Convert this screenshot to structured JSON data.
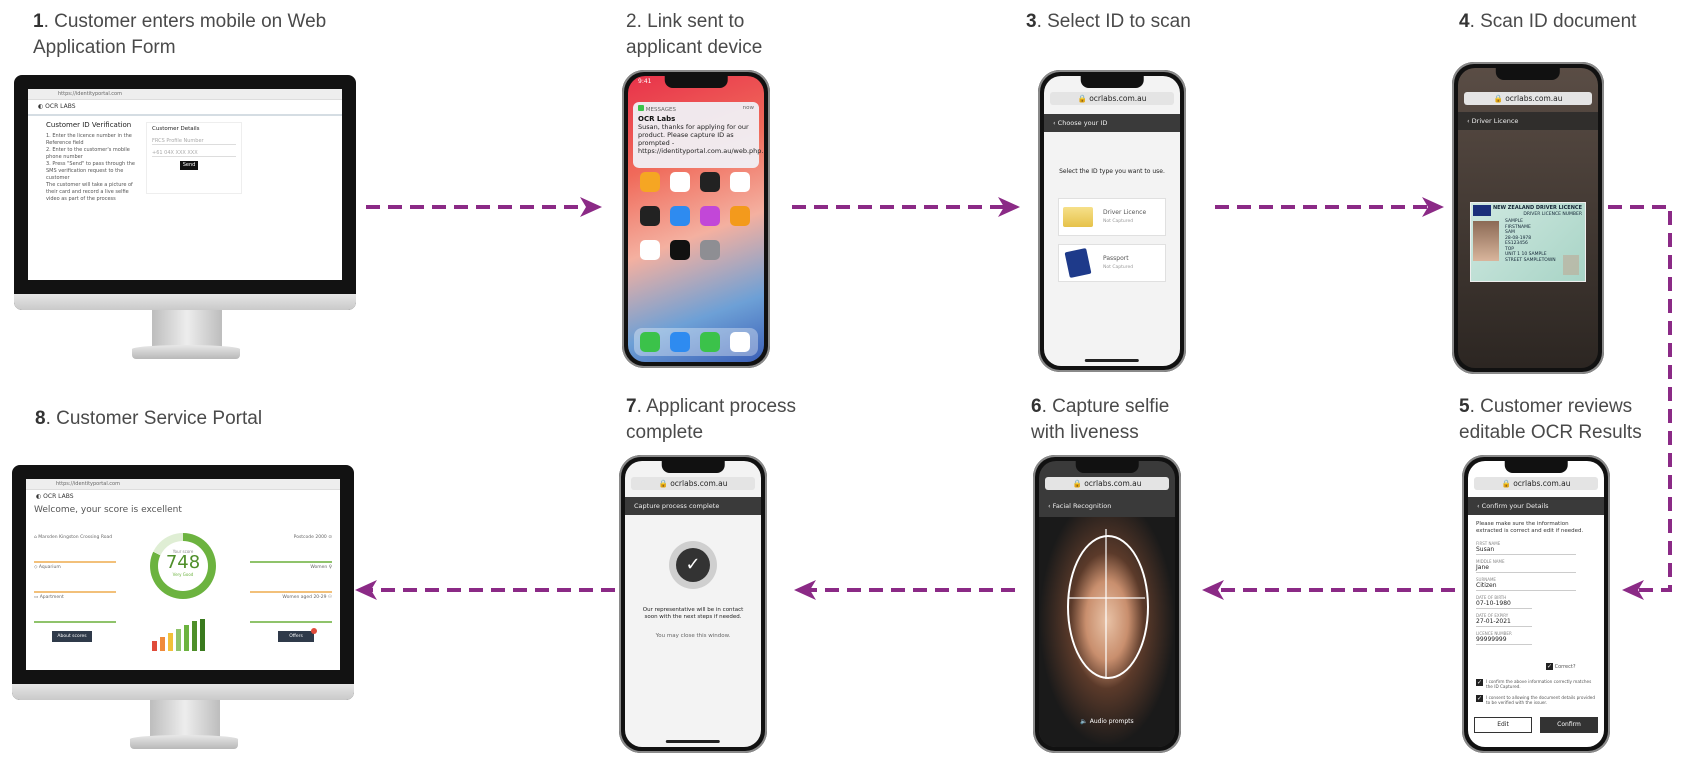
{
  "steps": [
    {
      "num": "1",
      "text": ". Customer enters mobile on Web",
      "text2": "Application Form"
    },
    {
      "num": "",
      "text": "2. Link sent to",
      "text2": "applicant device"
    },
    {
      "num": "3",
      "text": ". Select ID to scan"
    },
    {
      "num": "4",
      "text": ". Scan ID document"
    },
    {
      "num": "5",
      "text": ". Customer reviews",
      "text2": "editable OCR Results"
    },
    {
      "num": "6",
      "text": ". Capture selfie",
      "text2": "with liveness"
    },
    {
      "num": "7",
      "text": ". Applicant process",
      "text2": "complete"
    },
    {
      "num": "8",
      "text": ". Customer Service Portal"
    }
  ],
  "colors": {
    "arrow": "#8b2a86",
    "accent": "#6cb33f"
  },
  "screen1": {
    "url": "https://identityportal.com",
    "logo": "OCR LABS",
    "heading": "Customer ID Verification",
    "instructions": [
      "1. Enter the licence number in the Reference field",
      "2. Enter to the customer's mobile phone number",
      "3. Press \"Send\" to pass through the SMS verification request to the customer",
      "The customer will take a picture of their card and record a live selfie video as part of the process"
    ],
    "panel_title": "Customer Details",
    "field1": "FRCS Profile Number",
    "field2": "+61  04X XXX XXX",
    "send": "Send"
  },
  "screen2": {
    "time": "9:41",
    "app": "MESSAGES",
    "when": "now",
    "sender": "OCR Labs",
    "message": "Susan, thanks for applying for our product.  Please capture ID as prompted - https://identityportal.com.au/web.php..."
  },
  "common": {
    "url": "ocrlabs.com.au"
  },
  "screen3": {
    "bar": "Choose your ID",
    "prompt": "Select the ID type you want to use.",
    "opt1": "Driver Licence",
    "opt1_sub": "Not Captured",
    "opt2": "Passport",
    "opt2_sub": "Not Captured"
  },
  "screen4": {
    "bar": "Driver Licence",
    "card_title": "NEW ZEALAND DRIVER LICENCE",
    "card_sub": "DRIVER LICENCE NUMBER",
    "name1": "SAMPLE",
    "name2": "FIRSTNAME",
    "name3": "SAM",
    "dob": "28-08-1978",
    "licence": "ES123456",
    "version": "TOP",
    "address": "UNIT 1 10 SAMPLE STREET SAMPLETOWN"
  },
  "screen5": {
    "bar": "Confirm your Details",
    "intro": "Please make sure the information extracted is correct and edit if needed.",
    "fields": [
      {
        "label": "FIRST NAME",
        "value": "Susan"
      },
      {
        "label": "MIDDLE NAME",
        "value": "Jane"
      },
      {
        "label": "SURNAME",
        "value": "Citizen"
      },
      {
        "label": "DATE OF BIRTH",
        "value": "07-10-1980"
      },
      {
        "label": "DATE OF EXPIRY",
        "value": "27-01-2021"
      },
      {
        "label": "LICENCE NUMBER",
        "value": "99999999"
      }
    ],
    "correct": "Correct?",
    "confirm1": "I confirm the above information correctly matches the ID Captured.",
    "confirm2": "I consent to allowing the document details provided to be verified with the issuer.",
    "edit": "Edit",
    "confirm": "Confirm"
  },
  "screen6": {
    "bar": "Facial Recognition",
    "audio": "Audio prompts"
  },
  "screen7": {
    "bar": "Capture process complete",
    "msg": "Our representative will be in contact soon with the next steps if needed.",
    "close": "You may close this window."
  },
  "screen8": {
    "url": "https://identityportal.com",
    "logo": "OCR LABS",
    "welcome": "Welcome, your score is excellent",
    "score_label": "Your score",
    "score": "748",
    "score_sub": "Very Good",
    "left_items": [
      "Marsden Kingston Crossing Road",
      "Aquarium",
      "Apartment"
    ],
    "right_items": [
      "Postcode 2000",
      "Women",
      "Women aged 20-29"
    ],
    "btn_left": "About scores",
    "btn_right": "Offers"
  }
}
